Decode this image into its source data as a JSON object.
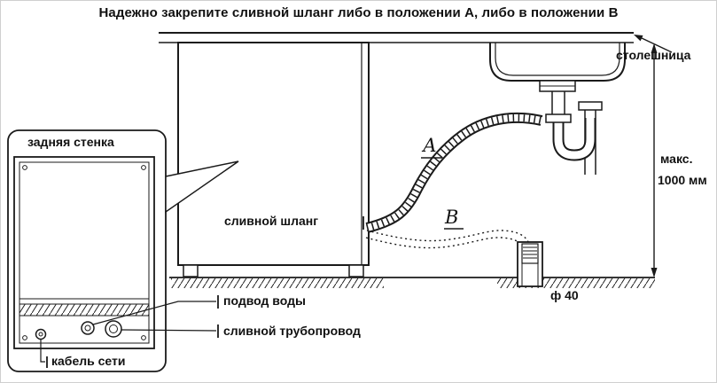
{
  "title": "Надежно закрепите сливной шланг либо в положении А, либо в положении В",
  "labels": {
    "countertop": "столешница",
    "back_wall": "задняя стенка",
    "drain_hose": "сливной шланг",
    "water_supply": "подвод воды",
    "drain_pipe": "сливной трубопровод",
    "power_cable": "кабель сети",
    "max_label": "макс.",
    "max_value": "1000 мм",
    "diameter": "ф 40",
    "pos_a": "А",
    "pos_b": "В"
  },
  "colors": {
    "line": "#1a1a1a",
    "background": "#ffffff"
  }
}
